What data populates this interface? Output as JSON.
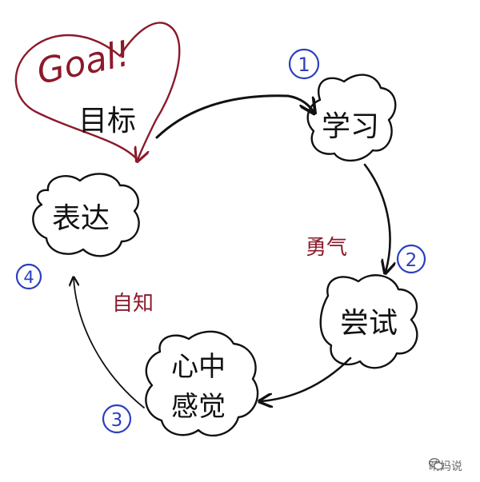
{
  "goal": {
    "english": "Goal!",
    "chinese": "目标"
  },
  "nodes": [
    {
      "id": "learn",
      "number": "1",
      "label": "学习"
    },
    {
      "id": "try",
      "number": "2",
      "label": "尝试"
    },
    {
      "id": "feeling",
      "number": "3",
      "label_line1": "心中",
      "label_line2": "感觉"
    },
    {
      "id": "express",
      "number": "4",
      "label": "表达"
    }
  ],
  "edge_labels": {
    "courage": "勇气",
    "self_awareness": "自知"
  },
  "colors": {
    "ink": "#111111",
    "goal_red": "#8b1a2b",
    "number_blue": "#2b3fbf"
  },
  "watermark": {
    "text": "晴妈说",
    "icon": "wechat-icon"
  }
}
